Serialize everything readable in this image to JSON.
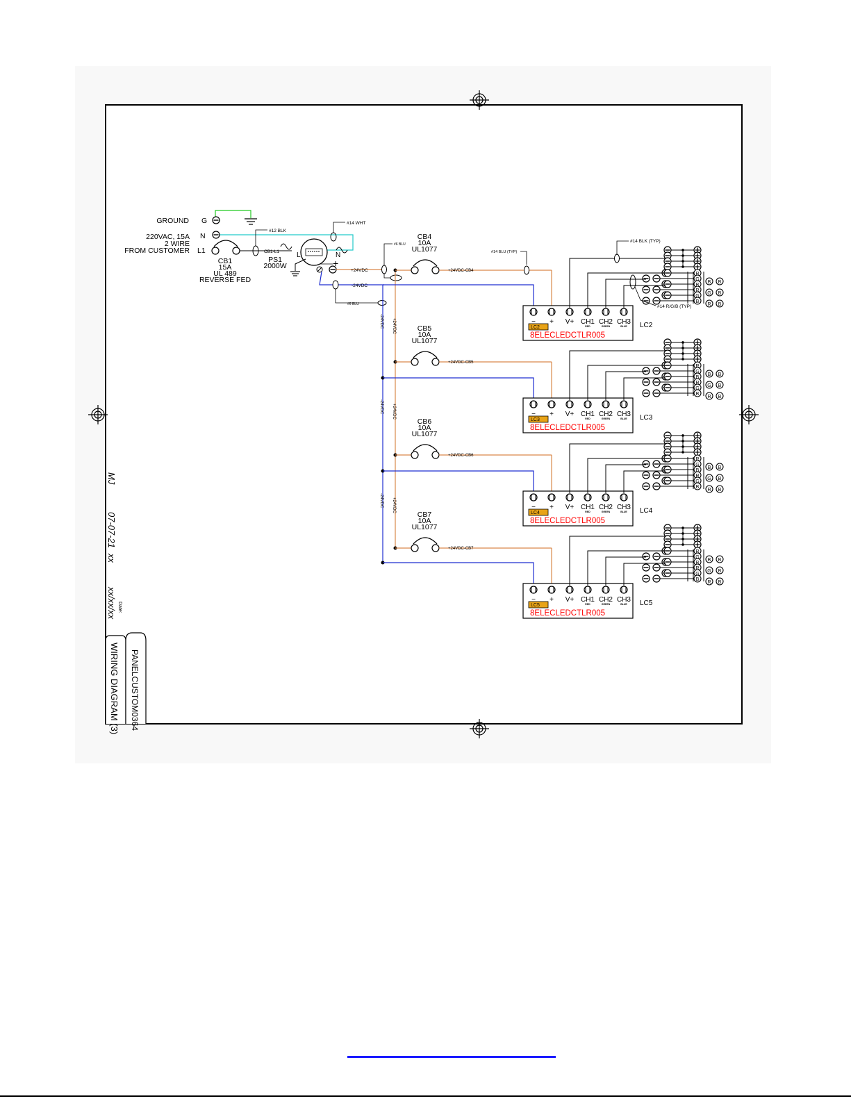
{
  "title_block": {
    "drawing_name": "PANELCUSTOM0364",
    "sheet_title": "WIRING DIAGRAM (3)",
    "drawn_by": "MJ",
    "drawn_date": "07-07-21",
    "rev1": "xx",
    "rev_date": "xx/xx/xx",
    "date_label": "Date:"
  },
  "supply": {
    "ground_label": "GROUND",
    "g": "G",
    "n": "N",
    "l1": "L1",
    "spec_line1": "220VAC, 15A",
    "spec_line2": "2 WIRE",
    "spec_line3": "FROM CUSTOMER",
    "wire_12blk": "#12 BLK",
    "wire_14wht": "#14 WHT",
    "wire_6blu": "#6 BLU",
    "wire_6blu2": "#6 BLU",
    "cb1_l1": "CB1-L1",
    "cb1": [
      "CB1",
      "15A",
      "UL 489",
      "REVERSE FED"
    ],
    "ps1": [
      "PS1",
      "2000W"
    ],
    "ps_l": "L",
    "ps_n": "N",
    "ps_plus": "+",
    "plus24": "+24VDC",
    "minus24": "-24VDC"
  },
  "breakers": [
    {
      "name": "CB4",
      "amps": "10A",
      "ul": "UL1077",
      "out": "+24VDC-CB4"
    },
    {
      "name": "CB5",
      "amps": "10A",
      "ul": "UL1077",
      "out": "+24VDC-CB5"
    },
    {
      "name": "CB6",
      "amps": "10A",
      "ul": "UL1077",
      "out": "+24VDC-CB6"
    },
    {
      "name": "CB7",
      "amps": "10A",
      "ul": "UL1077",
      "out": "+24VDC-CB7"
    }
  ],
  "bus_labels": {
    "neg": "-24VDC",
    "pos": "+24VDC"
  },
  "wire_labels": {
    "blu_typ": "#14 BLU (TYP)",
    "blk_typ": "#14 BLK (TYP)",
    "rgb_typ": "#14 R/G/B (TYP)"
  },
  "terminal_labels": [
    "−",
    "+",
    "V+",
    "CH1",
    "CH2",
    "CH3"
  ],
  "channel_sublabels": [
    "RED",
    "GREEN",
    "BLUE"
  ],
  "controllers": [
    {
      "id": "LC2",
      "part": "8ELECLEDCTLR005"
    },
    {
      "id": "LC3",
      "part": "8ELECLEDCTLR005"
    },
    {
      "id": "LC4",
      "part": "8ELECLEDCTLR005"
    },
    {
      "id": "LC5",
      "part": "8ELECLEDCTLR005"
    }
  ],
  "led_terminal_letters": [
    "R",
    "G",
    "B"
  ],
  "colors": {
    "border": "#000000",
    "positive_wire": "#d9884a",
    "negative_wire": "#1f2fd0",
    "ground_wire": "#22c922",
    "neutral_wire": "#22c9c9",
    "tag_fill": "#e8a317",
    "part_text": "#ff0000",
    "footer_link": "#1a1aff"
  }
}
